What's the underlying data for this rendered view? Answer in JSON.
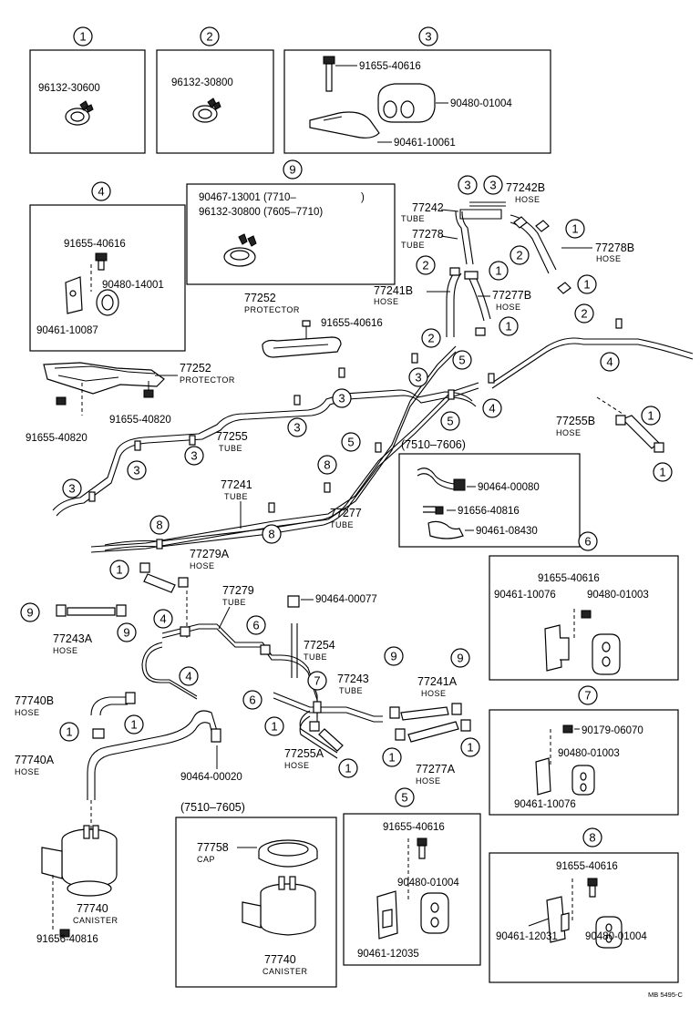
{
  "boxes": {
    "b1": {
      "num": "1",
      "parts": [
        "96132-30600"
      ]
    },
    "b2": {
      "num": "2",
      "parts": [
        "96132-30800"
      ]
    },
    "b3": {
      "num": "3",
      "parts": [
        "91655-40616",
        "90480-01004",
        "90461-10061"
      ]
    },
    "b4": {
      "num": "4",
      "parts": [
        "91655-40616",
        "90480-14001",
        "90461-10087"
      ]
    },
    "b9": {
      "num": "9",
      "line1": "90467-13001 (7710–",
      "line1_close": ")",
      "line2": "96132-30800 (7605–7710)"
    },
    "b7510": {
      "range": "(7510–7606)",
      "parts": [
        "90464-00080",
        "91656-40816",
        "90461-08430"
      ]
    },
    "b6": {
      "num": "6",
      "parts": [
        "91655-40616",
        "90461-10076",
        "90480-01003"
      ]
    },
    "b7": {
      "num": "7",
      "parts": [
        "90179-06070",
        "90480-01003",
        "90461-10076"
      ]
    },
    "b5": {
      "num": "5",
      "parts": [
        "91655-40616",
        "90480-01004",
        "90461-12035"
      ]
    },
    "b8": {
      "num": "8",
      "parts": [
        "91655-40616",
        "90461-12031",
        "90480-01004"
      ]
    },
    "canister_box": {
      "range": "(7510–7605)",
      "cap_num": "77758",
      "cap_label": "CAP",
      "can_num": "77740",
      "can_label": "CANISTER"
    }
  },
  "labels": {
    "p77242b": {
      "num": "77242B",
      "sub": "HOSE"
    },
    "p77242": {
      "num": "77242",
      "sub": "TUBE"
    },
    "p77278": {
      "num": "77278",
      "sub": "TUBE"
    },
    "p77278b": {
      "num": "77278B",
      "sub": "HOSE"
    },
    "p77241b": {
      "num": "77241B",
      "sub": "HOSE"
    },
    "p77277b": {
      "num": "77277B",
      "sub": "HOSE"
    },
    "p77252a": {
      "num": "77252",
      "sub": "PROTECTOR"
    },
    "p91655_40616": "91655-40616",
    "p77252b": {
      "num": "77252",
      "sub": "PROTECTOR"
    },
    "p91655_40820a": "91655-40820",
    "p91655_40820b": "91655-40820",
    "p77255": {
      "num": "77255",
      "sub": "TUBE"
    },
    "p77255b": {
      "num": "77255B",
      "sub": "HOSE"
    },
    "p77241": {
      "num": "77241",
      "sub": "TUBE"
    },
    "p77277": {
      "num": "77277",
      "sub": "TUBE"
    },
    "p77279a": {
      "num": "77279A",
      "sub": "HOSE"
    },
    "p77279": {
      "num": "77279",
      "sub": "TUBE"
    },
    "p90464_00077": "90464-00077",
    "p77243a": {
      "num": "77243A",
      "sub": "HOSE"
    },
    "p77254": {
      "num": "77254",
      "sub": "TUBE"
    },
    "p77243": {
      "num": "77243",
      "sub": "TUBE"
    },
    "p77241a": {
      "num": "77241A",
      "sub": "HOSE"
    },
    "p77740b": {
      "num": "77740B",
      "sub": "HOSE"
    },
    "p77255a": {
      "num": "77255A",
      "sub": "HOSE"
    },
    "p77277a": {
      "num": "77277A",
      "sub": "HOSE"
    },
    "p77740a": {
      "num": "77740A",
      "sub": "HOSE"
    },
    "p90464_00020": "90464-00020",
    "p77740": {
      "num": "77740",
      "sub": "CANISTER"
    },
    "p91656_40816": "91656-40816"
  },
  "callouts": [
    "1",
    "2",
    "3",
    "4",
    "5",
    "6",
    "7",
    "8",
    "9"
  ],
  "footer": "MB 5495-C"
}
